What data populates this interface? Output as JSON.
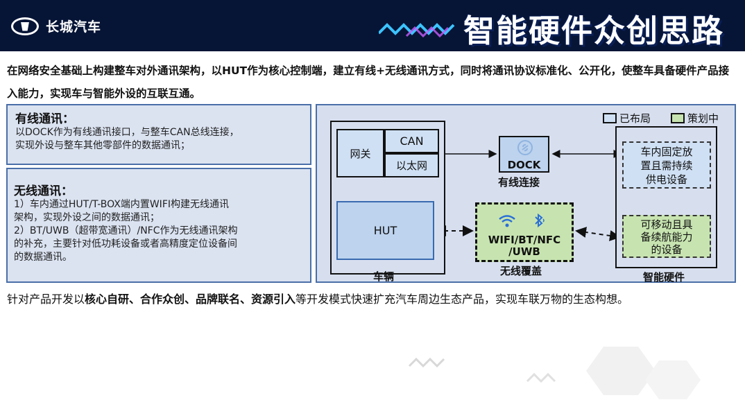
{
  "header": {
    "brand": "长城汽车",
    "title": "智能硬件众创思路",
    "colors": {
      "background": "#061436",
      "zigzag": [
        "#3cc3ff",
        "#7b4dff",
        "#c95cff"
      ]
    }
  },
  "intro": "在网络安全基础上构建整车对外通讯架构，以HUT作为核心控制端，建立有线+无线通讯方式，同时将通讯协议标准化、公开化，使整车具备硬件产品接入能力，实现车与智能外设的互联互通。",
  "wired": {
    "title": "有线通讯：",
    "lines": [
      "以DOCK作为有线通讯接口，与整车CAN总线连接，",
      "实现外设与整车其他零部件的数据通讯；"
    ]
  },
  "wireless": {
    "title": "无线通讯：",
    "lines": [
      "1）车内通过HUT/T-BOX端内置WIFI构建无线通讯",
      "架构，实现外设之间的数据通讯；",
      "2）BT/UWB（超带宽通讯）/NFC作为无线通讯架构",
      "的补充，主要针对低功耗设备或者高精度定位设备间",
      "的数据通讯。"
    ]
  },
  "diagram": {
    "legend": {
      "deployed": "已布局",
      "planning": "策划中"
    },
    "gateway": "网关",
    "can": "CAN",
    "ethernet": "以太网",
    "hut": "HUT",
    "vehicle_label": "车辆",
    "dock": "DOCK",
    "dock_caption": "有线连接",
    "wireless_text": [
      "WIFI/BT/NFC",
      "/UWB"
    ],
    "wireless_caption": "无线覆盖",
    "hw_fixed": [
      "车内固定放",
      "置且需持续",
      "供电设备"
    ],
    "hw_mobile": [
      "可移动且具",
      "备续航能力",
      "的设备"
    ],
    "hw_caption": "智能硬件",
    "colors": {
      "deployed": "#cfe0f4",
      "planning": "#c7e4b0"
    },
    "icons": [
      "link-icon",
      "wifi-icon",
      "bluetooth-icon"
    ]
  },
  "footer": {
    "pre": "针对产品开发以",
    "bold": "核心自研、合作众创、品牌联名、资源引入",
    "post": "等开发模式快速扩充汽车周边生态产品，实现车联万物的生态构想。"
  }
}
